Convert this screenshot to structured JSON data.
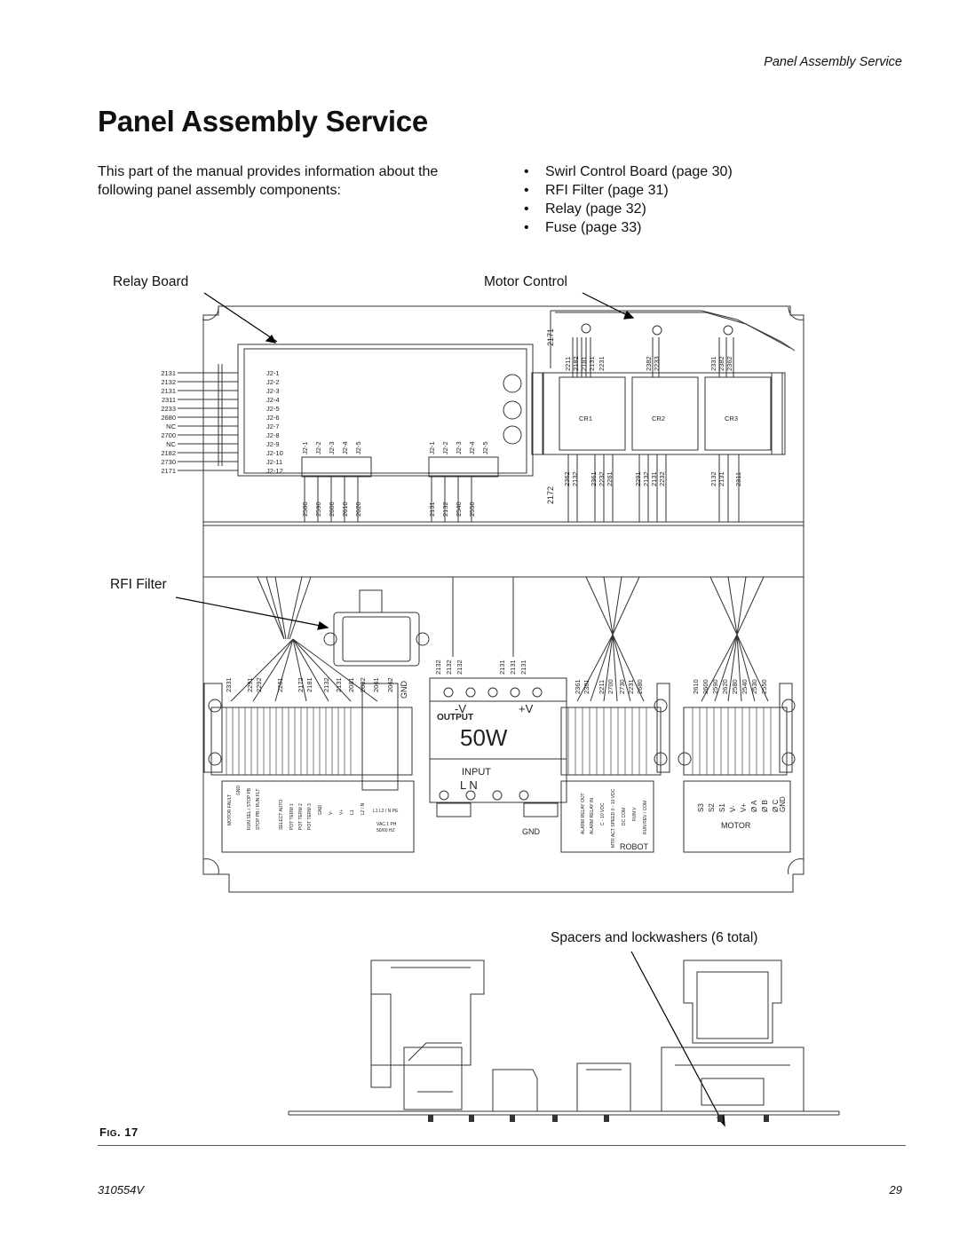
{
  "running_head": "Panel Assembly Service",
  "title": "Panel Assembly Service",
  "intro": "This part of the manual provides information about the following panel assembly components:",
  "components": [
    "Swirl Control Board (page 30)",
    "RFI Filter (page 31)",
    "Relay (page 32)",
    "Fuse (page 33)"
  ],
  "callouts": {
    "relay_board": "Relay Board",
    "motor_control": "Motor Control",
    "rfi_filter": "RFI Filter",
    "spacers": "Spacers and lockwashers (6 total)"
  },
  "diagram": {
    "left_wires": [
      "2131",
      "2132",
      "2131",
      "2311",
      "2233",
      "2680",
      "NC",
      "2700",
      "NC",
      "2182",
      "2730",
      "2171"
    ],
    "pins": [
      "J2-1",
      "J2-2",
      "J2-3",
      "J2-4",
      "J2-5",
      "J2-6",
      "J2-7",
      "J2-8",
      "J2-9",
      "J2-10",
      "J2-11",
      "J2-12"
    ],
    "mid_pins": [
      "J2-1",
      "J2-2",
      "J2-3",
      "J2-4",
      "J2-5"
    ],
    "board_wires_a": [
      "2580",
      "2590",
      "2600",
      "2610",
      "2620"
    ],
    "board_wires_b": [
      "2131",
      "2132",
      "2540",
      "2550"
    ],
    "relays": [
      "CR1",
      "CR2",
      "CR3"
    ],
    "wire_2171": "2171",
    "wire_2172": "2172",
    "relay_top_wires": [
      [
        "2211",
        "2182",
        "2181",
        "2131",
        "2231"
      ],
      [
        "2382",
        "2233"
      ],
      [
        "2331",
        "2382",
        "2362"
      ]
    ],
    "relay_bottom_wires": [
      [
        "2362",
        "2132"
      ],
      [
        "2361",
        "2232",
        "2261"
      ],
      [
        "2291",
        "2132",
        "2131",
        "2232"
      ],
      [
        "2132",
        "2131",
        "2311"
      ]
    ],
    "term_wires_1": [
      "2331",
      "2291",
      "2292",
      "2261",
      "2172",
      "2181",
      "2132",
      "2131",
      "2081",
      "2082",
      "2061",
      "2062"
    ],
    "gnd": "GND",
    "ps_wires": [
      "2132",
      "2132",
      "2132",
      "2131",
      "2131",
      "2131"
    ],
    "ps_minus": "-V",
    "ps_plus": "+V",
    "ps_output": "OUTPUT",
    "ps_watts": "50W",
    "ps_input": "INPUT",
    "ps_ln": "L   N",
    "term_wires_robot": [
      "2361",
      "2381",
      "2211",
      "2700",
      "2730",
      "2231",
      "2680"
    ],
    "term_wires_motor": [
      "2610",
      "2600",
      "2590",
      "2620",
      "2580",
      "2540",
      "2530",
      "2550"
    ],
    "left_labels": [
      "MOTOR FAULT",
      "GND",
      "RUN SEL / STOP PB",
      "STOP PB / RUN FLT",
      "SELECT AUTO",
      "POT TERM 1",
      "POT TERM 2",
      "POT TERM 3",
      "GND",
      "V-",
      "V+",
      "L1",
      "L2 / N"
    ],
    "vac_line": "L1  L2 / N   PE",
    "vac_text": "VAC 1 PH",
    "hz_text": "50/60 HZ",
    "robot_labels": [
      "ALARM RELAY OUT",
      "ALARM RELAY IN",
      "C - 10 VDC",
      "MTR ACT SPEED 0 - 10 VDC",
      "DC COM",
      "RUN V",
      "RUN REV / COM"
    ],
    "robot": "ROBOT",
    "motor_labels": [
      "S3",
      "S2",
      "S1",
      "V-",
      "V+",
      "Ø A",
      "Ø B",
      "Ø C",
      "GND"
    ],
    "motor": "MOTOR"
  },
  "figure": {
    "prefix": "F",
    "small": "IG",
    "number": ". 17"
  },
  "doc_number": "310554V",
  "page_number": "29"
}
